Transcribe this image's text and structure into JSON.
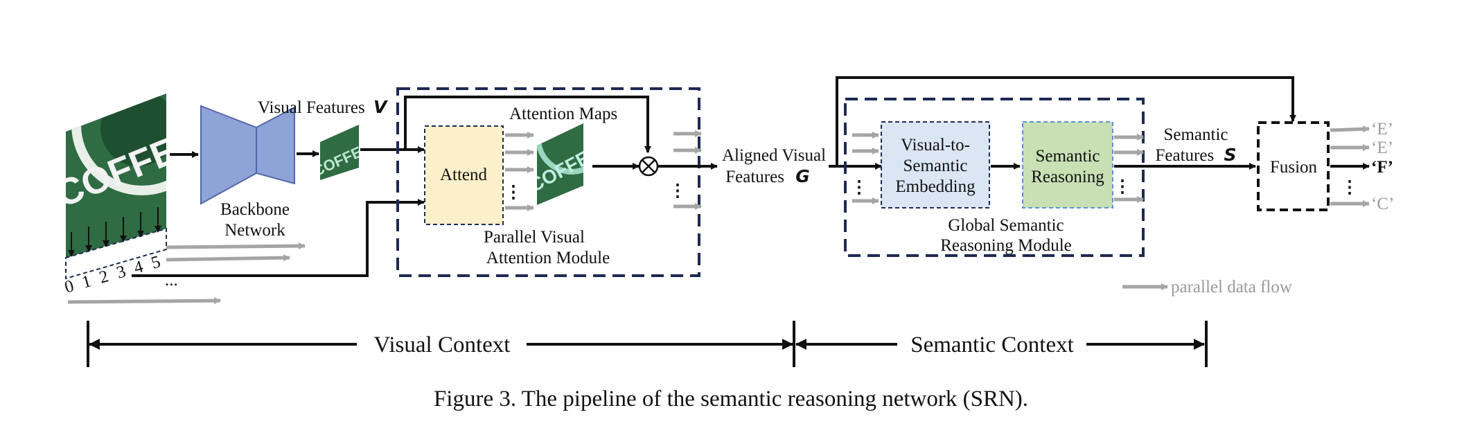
{
  "colors": {
    "dark_navy": "#1d2a52",
    "backbone_blue": "#8ea3d8",
    "attend_yellow": "#fbf0c9",
    "v2s_blue": "#dbe6f4",
    "reasoning_green": "#c8e0b4",
    "reasoning_border": "#5b8fd1",
    "gray_arrow": "#a5a5a5",
    "coffee_green": "#2f6b43"
  },
  "input_image": {
    "text": "COFFEE",
    "reading_order_digits": [
      "0",
      "1",
      "2",
      "3",
      "4",
      "5"
    ],
    "ellipsis": "..."
  },
  "backbone": {
    "line1": "Backbone",
    "line2": "Network"
  },
  "visual_features": {
    "label": "Visual Features",
    "symbol": "V"
  },
  "pvam": {
    "attention_maps": "Attention Maps",
    "attend": "Attend",
    "line1": "Parallel Visual",
    "line2": "Attention Module",
    "multiply_symbol": "⊗",
    "vdots": "⋮"
  },
  "aligned": {
    "line1": "Aligned Visual",
    "line2": "Features",
    "symbol": "G"
  },
  "gsrm": {
    "v2s_line1": "Visual-to-",
    "v2s_line2": "Semantic",
    "v2s_line3": "Embedding",
    "sr_line1": "Semantic",
    "sr_line2": "Reasoning",
    "line1": "Global Semantic",
    "line2": "Reasoning Module",
    "vdots": "⋮"
  },
  "semantic_features": {
    "line1": "Semantic",
    "line2": "Features",
    "symbol": "S"
  },
  "fusion": {
    "label": "Fusion",
    "vdots": "⋮"
  },
  "outputs": [
    "‘E’",
    "‘E’",
    "‘F’",
    "‘C’"
  ],
  "legend": {
    "parallel_flow": "parallel data flow"
  },
  "contexts": {
    "visual": "Visual Context",
    "semantic": "Semantic Context"
  },
  "caption": "Figure 3. The pipeline of the semantic reasoning network (SRN)."
}
